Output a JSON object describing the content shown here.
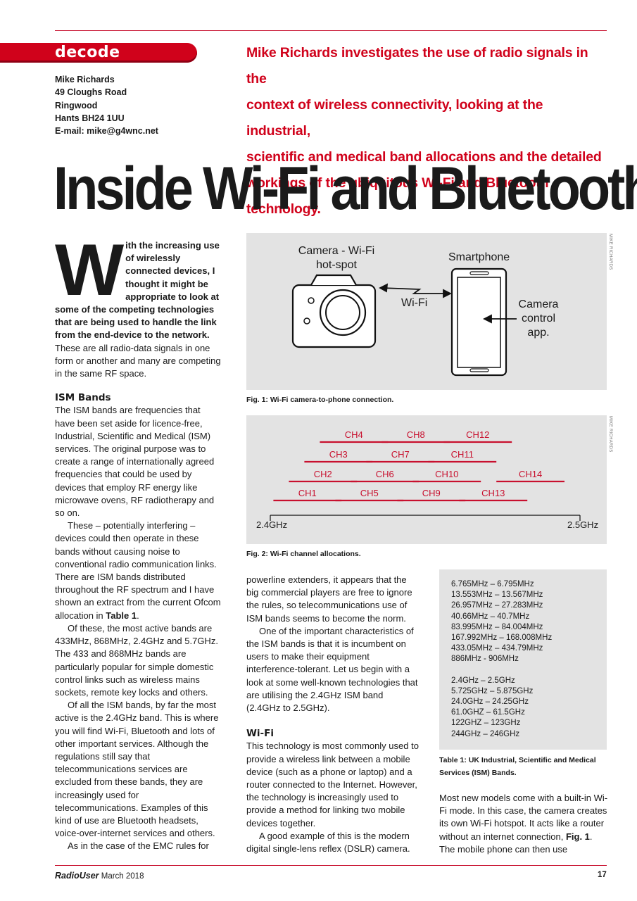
{
  "section": "decode",
  "author_block": [
    "Mike Richards",
    "49 Cloughs Road",
    "Ringwood",
    "Hants BH24 1UU",
    "E-mail: mike@g4wnc.net"
  ],
  "standfirst": [
    "Mike Richards investigates the use of radio signals in the",
    "context of wireless connectivity, looking at the industrial,",
    "scientific and medical band allocations and the detailed",
    "workings of the ubiquitous Wi-Fi and Bluetooth technology."
  ],
  "headline": "Inside Wi-Fi and Bluetooth",
  "col1": {
    "dropcap": "W",
    "lead_bold": "ith the increasing use of wirelessly connected devices, I thought it might be appropriate to look at some of the competing technologies that are being used to handle the link from the end-device to the network.",
    "lead_rest": " These are all radio-data signals in one form or another and many are competing in the same RF space.",
    "subhead": "ISM Bands",
    "p1": "The ISM bands are frequencies that have been set aside for licence-free, Industrial, Scientific and Medical (ISM) services. The original purpose was to create a range of internationally agreed frequencies that could be used by devices that employ RF energy like microwave ovens, RF radiotherapy and so on.",
    "p2_pre": "These – potentially interfering – devices could then operate in these bands without causing noise to conventional radio communication links. There are ISM bands distributed throughout the RF spectrum and I have shown an extract from the current Ofcom allocation in ",
    "p2_ref": "Table 1",
    "p2_post": ".",
    "p3": "Of these, the most active bands are 433MHz, 868MHz, 2.4GHz and 5.7GHz. The 433 and 868MHz bands are particularly popular for simple domestic control links such as wireless mains sockets, remote key locks and others.",
    "p4": "Of all the ISM bands, by far the most active is the 2.4GHz band. This is where you will find Wi-Fi, Bluetooth and lots of other important services. Although the regulations still say that telecommunications services are excluded from these bands, they are increasingly used for telecommunications. Examples of this kind of use are Bluetooth headsets, voice-over-internet services and others.",
    "p5": "As in the case of the EMC rules for"
  },
  "fig1": {
    "camera_label_1": "Camera - Wi-Fi",
    "camera_label_2": "hot-spot",
    "phone_label": "Smartphone",
    "link_label": "Wi-Fi",
    "app_label_1": "Camera",
    "app_label_2": "control",
    "app_label_3": "app.",
    "caption": "Fig. 1: Wi-Fi camera-to-phone connection.",
    "credit": "MIKE RICHARDS"
  },
  "fig2": {
    "channels": [
      "CH1",
      "CH2",
      "CH3",
      "CH4",
      "CH5",
      "CH6",
      "CH7",
      "CH8",
      "CH9",
      "CH10",
      "CH11",
      "CH12",
      "CH13",
      "CH14"
    ],
    "axis_start": "2.4GHz",
    "axis_end": "2.5GHz",
    "caption": "Fig. 2: Wi-Fi channel allocations.",
    "credit": "MIKE RICHARDS",
    "channel_color": "#c8102e"
  },
  "col2": {
    "p1": "powerline extenders, it appears that the big commercial players are free to ignore the rules, so telecommunications use of ISM bands seems to become the norm.",
    "p2": "One of the important characteristics of the ISM bands is that it is incumbent on users to make their equipment interference-tolerant. Let us begin with a look at some well-known technologies that are utilising the 2.4GHz ISM band (2.4GHz to 2.5GHz).",
    "subhead": "Wi-Fi",
    "p3": "This technology is most commonly used to provide a wireless link between a mobile device (such as a phone or laptop) and a router connected to the Internet. However, the technology is increasingly used to provide a method for linking two mobile devices together.",
    "p4": "A good example of this is the modern digital single-lens reflex (DSLR) camera."
  },
  "table1": {
    "mhz": [
      "6.765MHz – 6.795MHz",
      "13.553MHz – 13.567MHz",
      "26.957MHz – 27.283MHz",
      "40.66MHz – 40.7MHz",
      "83.995MHz – 84.004MHz",
      "167.992MHz – 168.008MHz",
      "433.05MHz – 434.79MHz",
      "886MHz - 906MHz"
    ],
    "ghz": [
      "2.4GHz – 2.5GHz",
      "5.725GHz – 5.875GHz",
      "24.0GHz – 24.25GHz",
      "61.0GHZ – 61.5GHz",
      "122GHZ – 123GHz",
      "244GHz – 246GHz"
    ],
    "caption": "Table 1: UK Industrial, Scientific and Medical Services (ISM) Bands."
  },
  "col3": {
    "p1_pre": "Most new models come with a built-in Wi-Fi mode. In this case, the camera creates its own Wi-Fi hotspot. It acts like a router without an internet connection, ",
    "p1_ref": "Fig. 1",
    "p1_post": ". The mobile phone can then use"
  },
  "footer": {
    "magazine": "RadioUser",
    "date": "March 2018",
    "page": "17"
  },
  "colors": {
    "accent": "#d0021b",
    "figure_bg": "#e3e3e3"
  }
}
